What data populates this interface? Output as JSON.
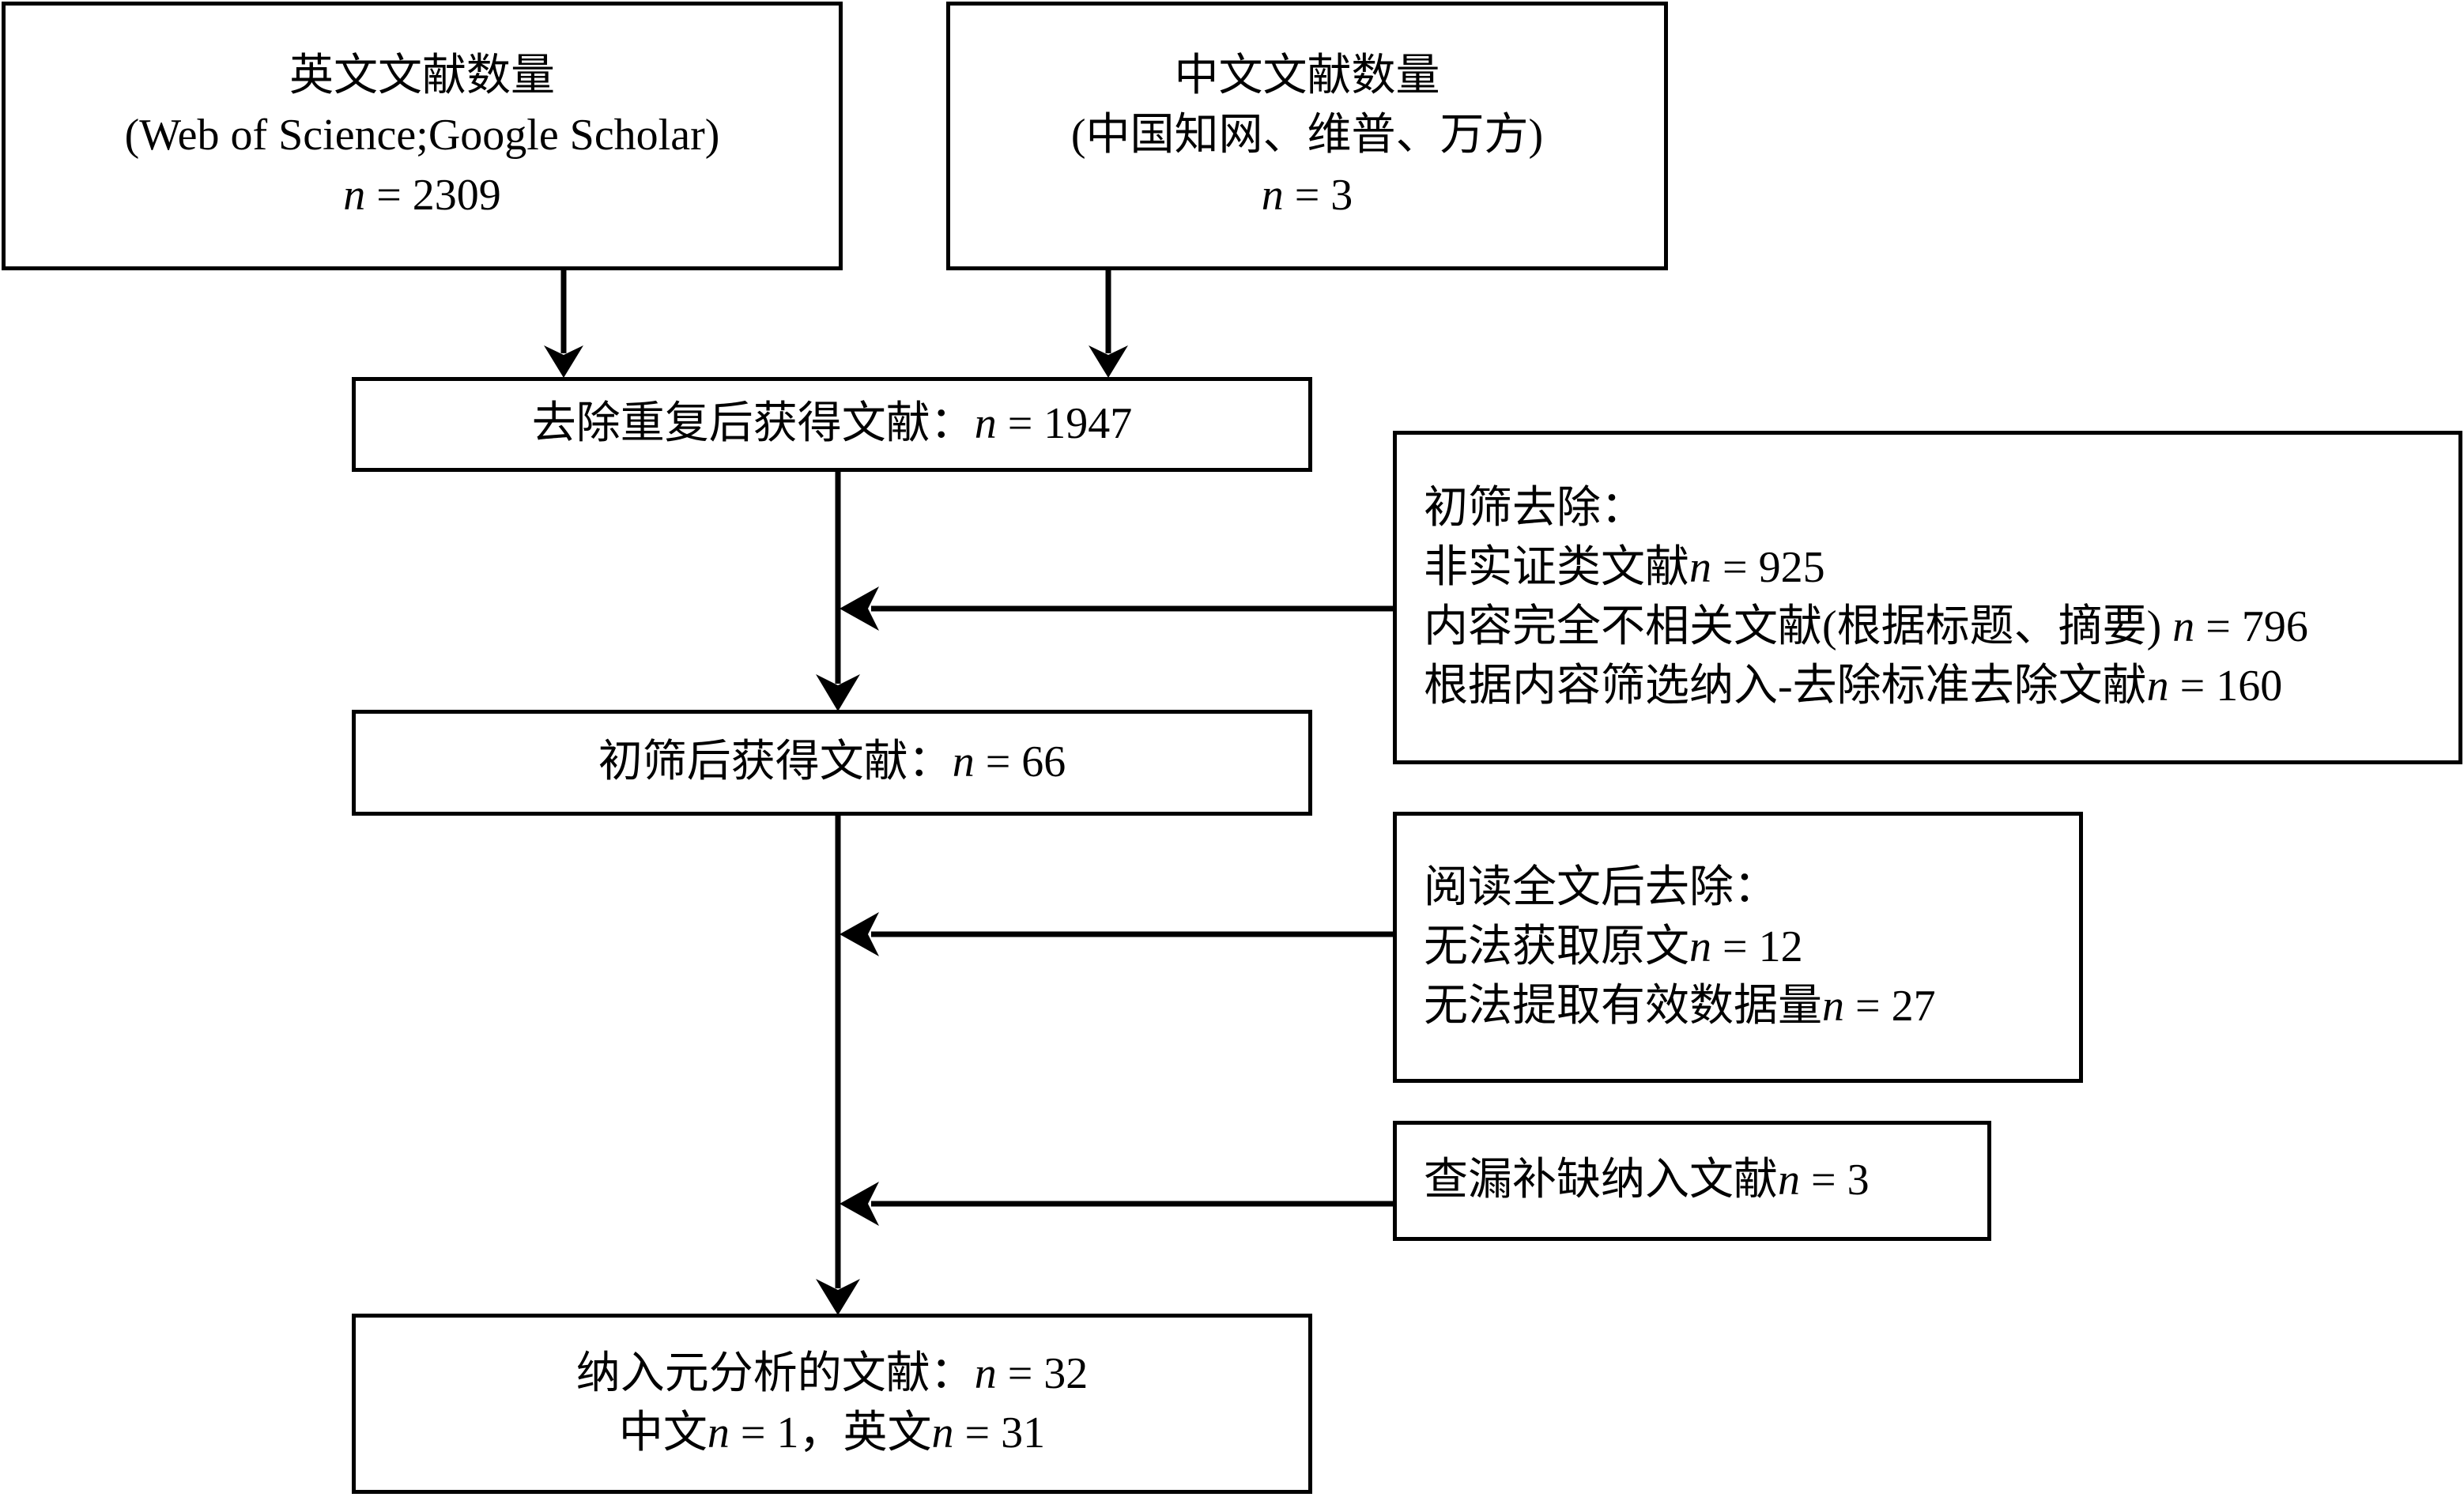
{
  "diagram": {
    "title": "PRISMA-style literature screening flow diagram",
    "stroke_color": "#000000",
    "background_color": "#ffffff"
  },
  "boxes": {
    "english_source": {
      "line1": "英文文献数量",
      "line2": "(Web of Science;Google Scholar)",
      "line3_n": "n",
      "line3_val": " = 2309"
    },
    "chinese_source": {
      "line1": "中文文献数量",
      "line2": "(中国知网、维普、万方)",
      "line3_n": "n",
      "line3_val": " = 3"
    },
    "dedup": {
      "label": "去除重复后获得文献：",
      "n": "n",
      "val": " = 1947"
    },
    "after_screen": {
      "label": "初筛后获得文献：",
      "n": "n",
      "val": " = 66"
    },
    "included": {
      "line1_label": "纳入元分析的文献：",
      "line1_n": "n",
      "line1_val": " = 32",
      "line2_a": "中文",
      "line2_n1": "n",
      "line2_v1": " = 1，英文",
      "line2_n2": "n",
      "line2_v2": " = 31"
    },
    "exclude_screen": {
      "heading": "初筛去除：",
      "item1_text": "非实证类文献",
      "item1_n": "n",
      "item1_val": " = 925",
      "item2_text": "内容完全不相关文献(根据标题、摘要)",
      "item2_n": " n",
      "item2_val": " = 796",
      "item3_text": "根据内容筛选纳入-去除标准去除文献",
      "item3_n": "n",
      "item3_val": " = 160"
    },
    "exclude_fulltext": {
      "heading": "阅读全文后去除：",
      "item1_text": "无法获取原文",
      "item1_n": "n",
      "item1_val": " = 12",
      "item2_text": "无法提取有效数据量",
      "item2_n": "n",
      "item2_val": " = 27"
    },
    "added": {
      "text": "查漏补缺纳入文献",
      "n": "n",
      "val": " = 3"
    }
  }
}
